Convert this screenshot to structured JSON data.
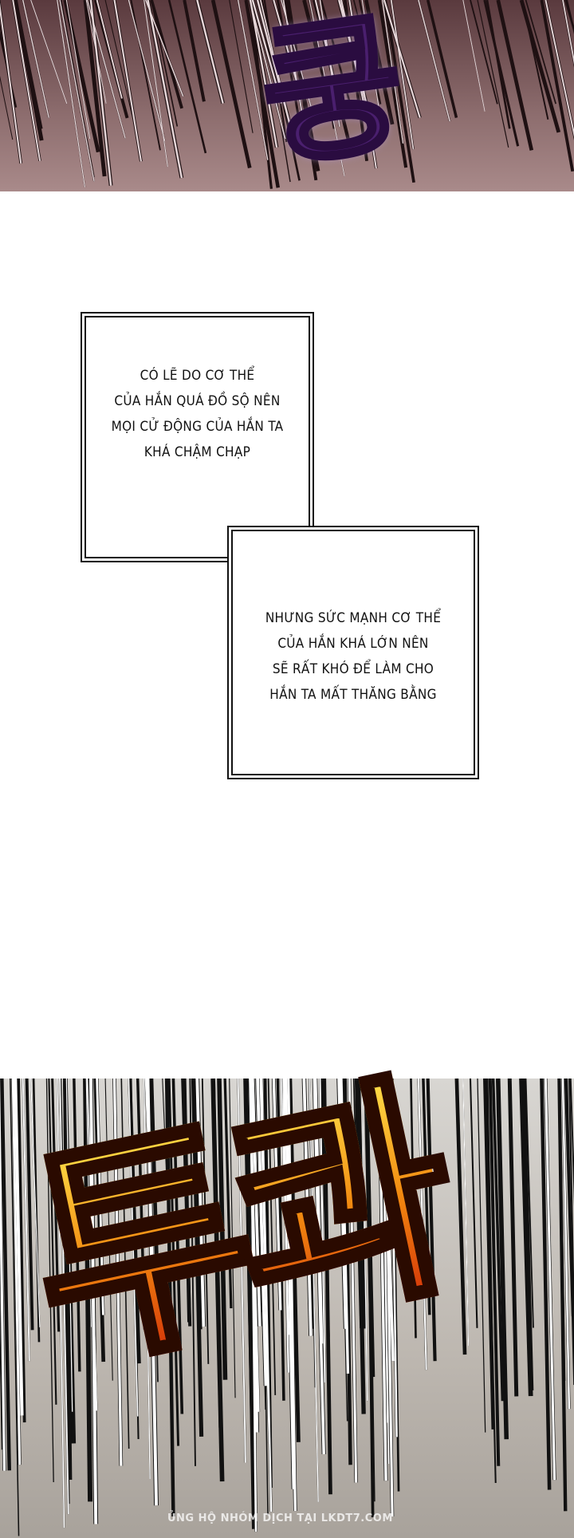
{
  "panels": {
    "top": {
      "sfx": "쿵",
      "sfx_color": "#4a1f6e"
    },
    "bottom": {
      "sfx": "투콰",
      "sfx_color": "#f07a12"
    }
  },
  "captions": [
    {
      "lines": [
        "CÓ LẼ DO CƠ THỂ",
        "CỦA HẮN QUÁ ĐỒ SỘ NÊN",
        "MỌI CỬ ĐỘNG CỦA HẮN TA",
        "KHÁ CHẬM CHẠP"
      ]
    },
    {
      "lines": [
        "NHƯNG SỨC MẠNH CƠ THỂ",
        "CỦA HẮN KHÁ LỚN NÊN",
        "SẼ RẤT KHÓ ĐỂ LÀM CHO",
        "HẮN TA MẤT THĂNG BẰNG"
      ]
    }
  ],
  "watermark": "ỦNG HỘ NHÓM DỊCH TẠI LKDT7.COM"
}
